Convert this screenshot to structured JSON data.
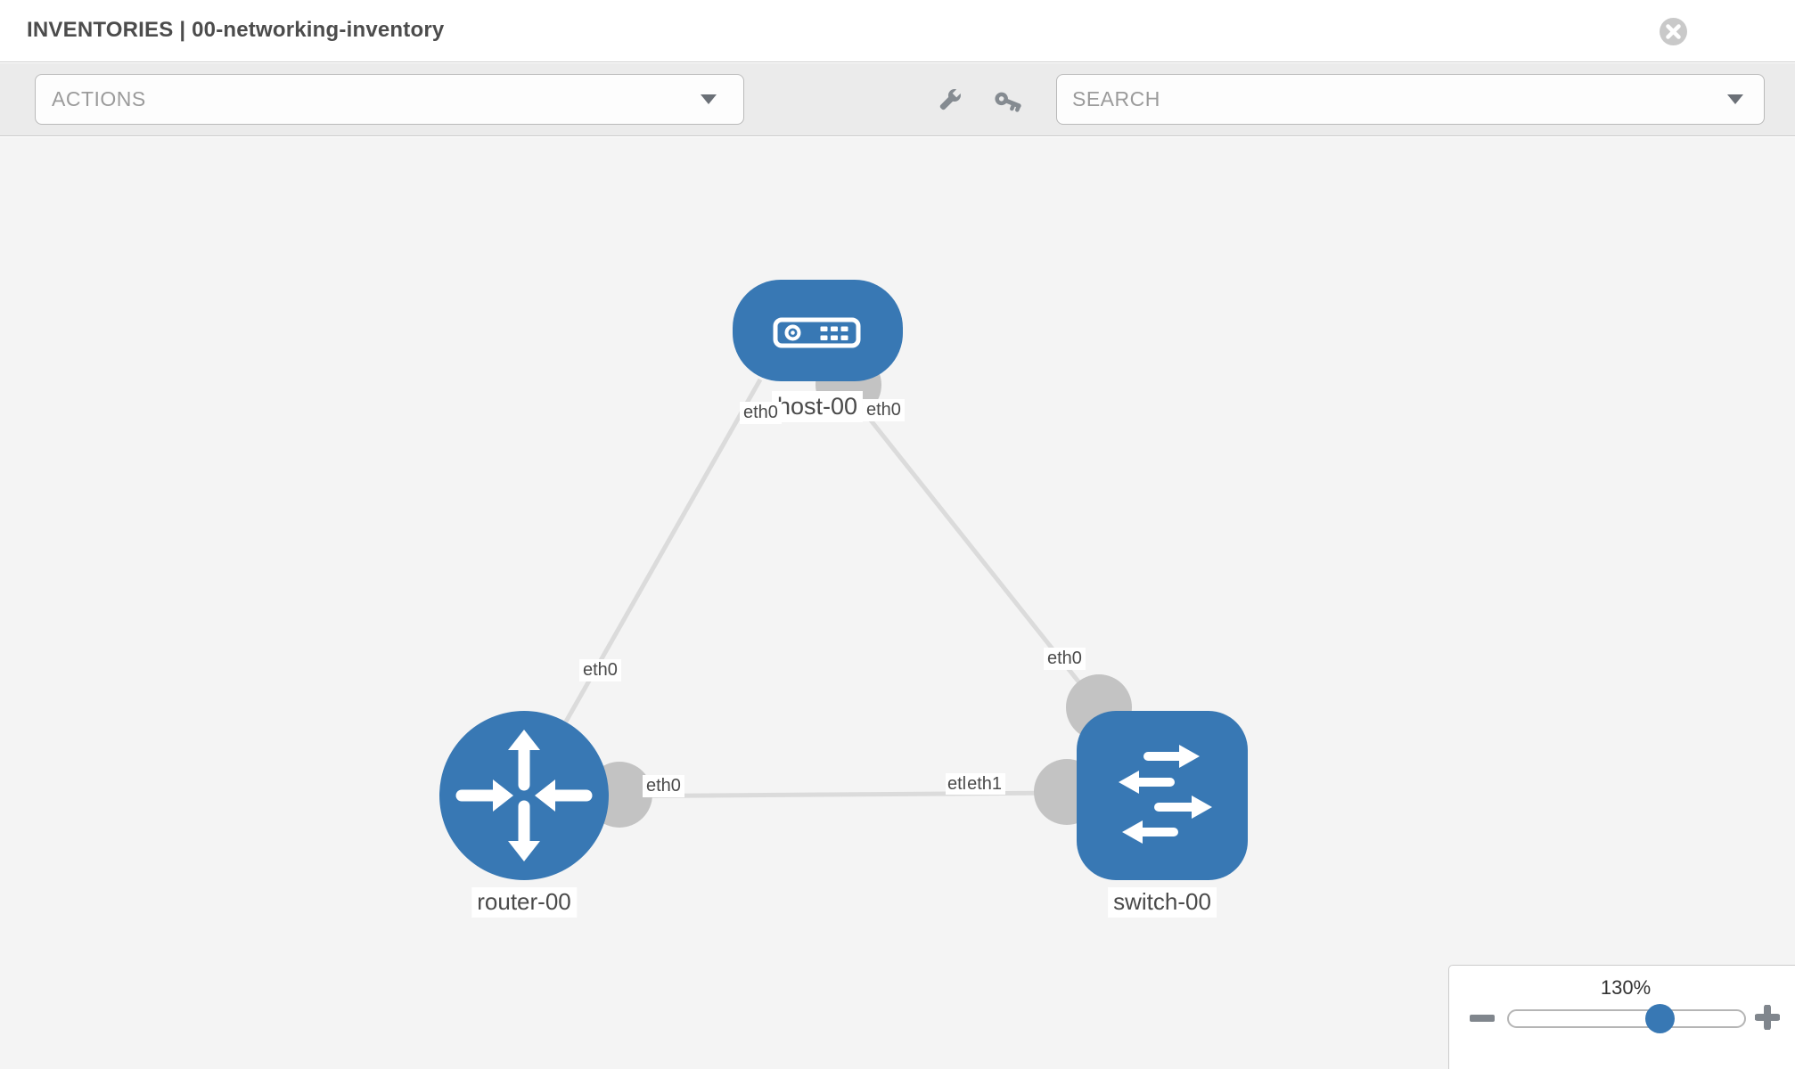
{
  "header": {
    "title": "INVENTORIES | 00-networking-inventory"
  },
  "toolbar": {
    "actions_placeholder": "ACTIONS",
    "search_placeholder": "SEARCH"
  },
  "topology": {
    "nodes": [
      {
        "name": "host-00",
        "type": "host"
      },
      {
        "name": "router-00",
        "type": "router"
      },
      {
        "name": "switch-00",
        "type": "switch"
      }
    ],
    "links": [
      {
        "from": "host-00",
        "to": "router-00"
      },
      {
        "from": "host-00",
        "to": "switch-00"
      },
      {
        "from": "router-00",
        "to": "switch-00"
      }
    ],
    "interface_labels": {
      "host_to_router_at_host": "eth0",
      "host_to_router_at_router": "eth0",
      "host_to_switch_at_host": "eth0",
      "host_to_switch_at_switch": "eth0",
      "router_to_switch_at_router": "eth0",
      "router_to_switch_at_switch_back": "etl",
      "router_to_switch_at_switch_front": "eth1"
    }
  },
  "zoom_control": {
    "level": "130%"
  },
  "icons": {
    "close": "close-icon",
    "actions_chevron": "chevron-down-icon",
    "search_chevron": "chevron-down-icon",
    "wrench": "wrench-icon",
    "key": "key-icon",
    "zoom_out": "minus-icon",
    "zoom_in": "plus-icon"
  },
  "colors": {
    "node_blue": "#3878b4",
    "edge_gray": "#dbdbdb",
    "dot_gray": "#c3c3c3",
    "toolbar_bg": "#ebebeb",
    "canvas_bg": "#f4f4f4"
  }
}
